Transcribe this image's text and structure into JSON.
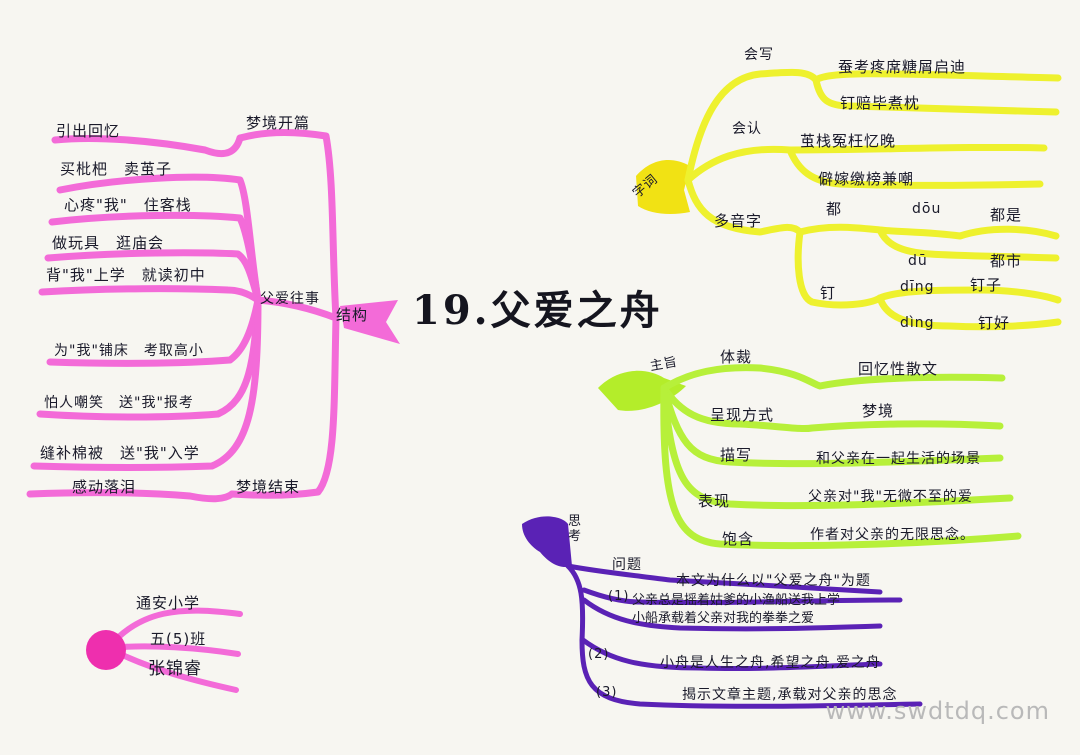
{
  "title": "19.父爱之舟",
  "watermark": "www.swdtdq.com",
  "colors": {
    "pink": "#f36bd8",
    "yellow": "#eef12e",
    "lime": "#b7f03a",
    "purple": "#5a22b5",
    "magenta": "#ee2fae"
  },
  "structure": {
    "root": "结构",
    "open": "梦境开篇",
    "mid": "父爱往事",
    "end": "梦境结束",
    "recall": "引出回忆",
    "items": [
      "买枇杷　卖茧子",
      "心疼\"我\"　住客栈",
      "做玩具　逛庙会",
      "背\"我\"上学　就读初中",
      "为\"我\"铺床　考取高小",
      "怕人嘲笑　送\"我\"报考",
      "缝补棉被　送\"我\"入学"
    ],
    "moved": "感动落泪"
  },
  "words": {
    "root": "字词",
    "write_label": "会写",
    "write": [
      "蚕考疼席糖屑启迪",
      "钉赔毕煮枕"
    ],
    "read_label": "会认",
    "read": [
      "茧栈冤枉忆晚",
      "僻嫁缴榜兼嘲"
    ],
    "poly_label": "多音字",
    "du": {
      "char": "都",
      "p1": "dōu",
      "w1": "都是",
      "p2": "dū",
      "w2": "都市"
    },
    "ding": {
      "char": "钉",
      "p1": "dīng",
      "w1": "钉子",
      "p2": "dìng",
      "w2": "钉好"
    }
  },
  "theme": {
    "root": "主旨",
    "rows": [
      {
        "k": "体裁",
        "v": "回忆性散文"
      },
      {
        "k": "呈现方式",
        "v": "梦境"
      },
      {
        "k": "描写",
        "v": "和父亲在一起生活的场景"
      },
      {
        "k": "表现",
        "v": "父亲对\"我\"无微不至的爱"
      },
      {
        "k": "饱含",
        "v": "作者对父亲的无限思念。"
      }
    ]
  },
  "think": {
    "root": "思考",
    "q_label": "问题",
    "question": "本文为什么以\"父爱之舟\"为题",
    "n1": "(1)",
    "a1a": "父亲总是摇着姑爹的小渔船送我上学",
    "a1b": "小船承载着父亲对我的拳拳之爱",
    "n2": "(2)",
    "a2": "小舟是人生之舟,希望之舟,爱之舟",
    "n3": "(3)",
    "a3": "揭示文章主题,承载对父亲的思念"
  },
  "author": {
    "school": "通安小学",
    "cls": "五(5)班",
    "name": "张锦睿"
  }
}
